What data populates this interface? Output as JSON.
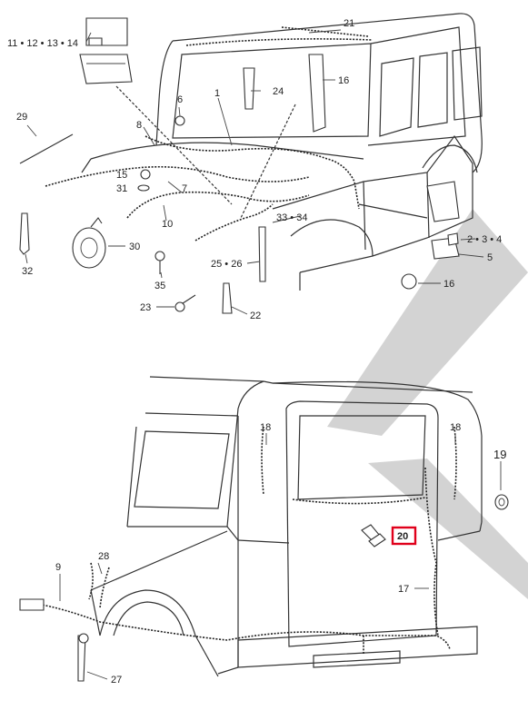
{
  "top": {
    "labels": {
      "l21": "21",
      "l11_14": "11 • 12 • 13 • 14",
      "l24": "24",
      "l16a": "16",
      "l6": "6",
      "l1": "1",
      "l29": "29",
      "l8": "8",
      "l15": "15",
      "l31": "31",
      "l7": "7",
      "l10": "10",
      "l33_34": "33 • 34",
      "l2_3_4": "2 • 3 • 4",
      "l5": "5",
      "l30": "30",
      "l32": "32",
      "l35": "35",
      "l25_26": "25 • 26",
      "l16b": "16",
      "l23": "23",
      "l22": "22"
    }
  },
  "bottom": {
    "labels": {
      "l18a": "18",
      "l18b": "18",
      "l19": "19",
      "l20": "20",
      "l28": "28",
      "l9": "9",
      "l17": "17",
      "l27": "27"
    },
    "highlight_color": "#e0001b"
  }
}
